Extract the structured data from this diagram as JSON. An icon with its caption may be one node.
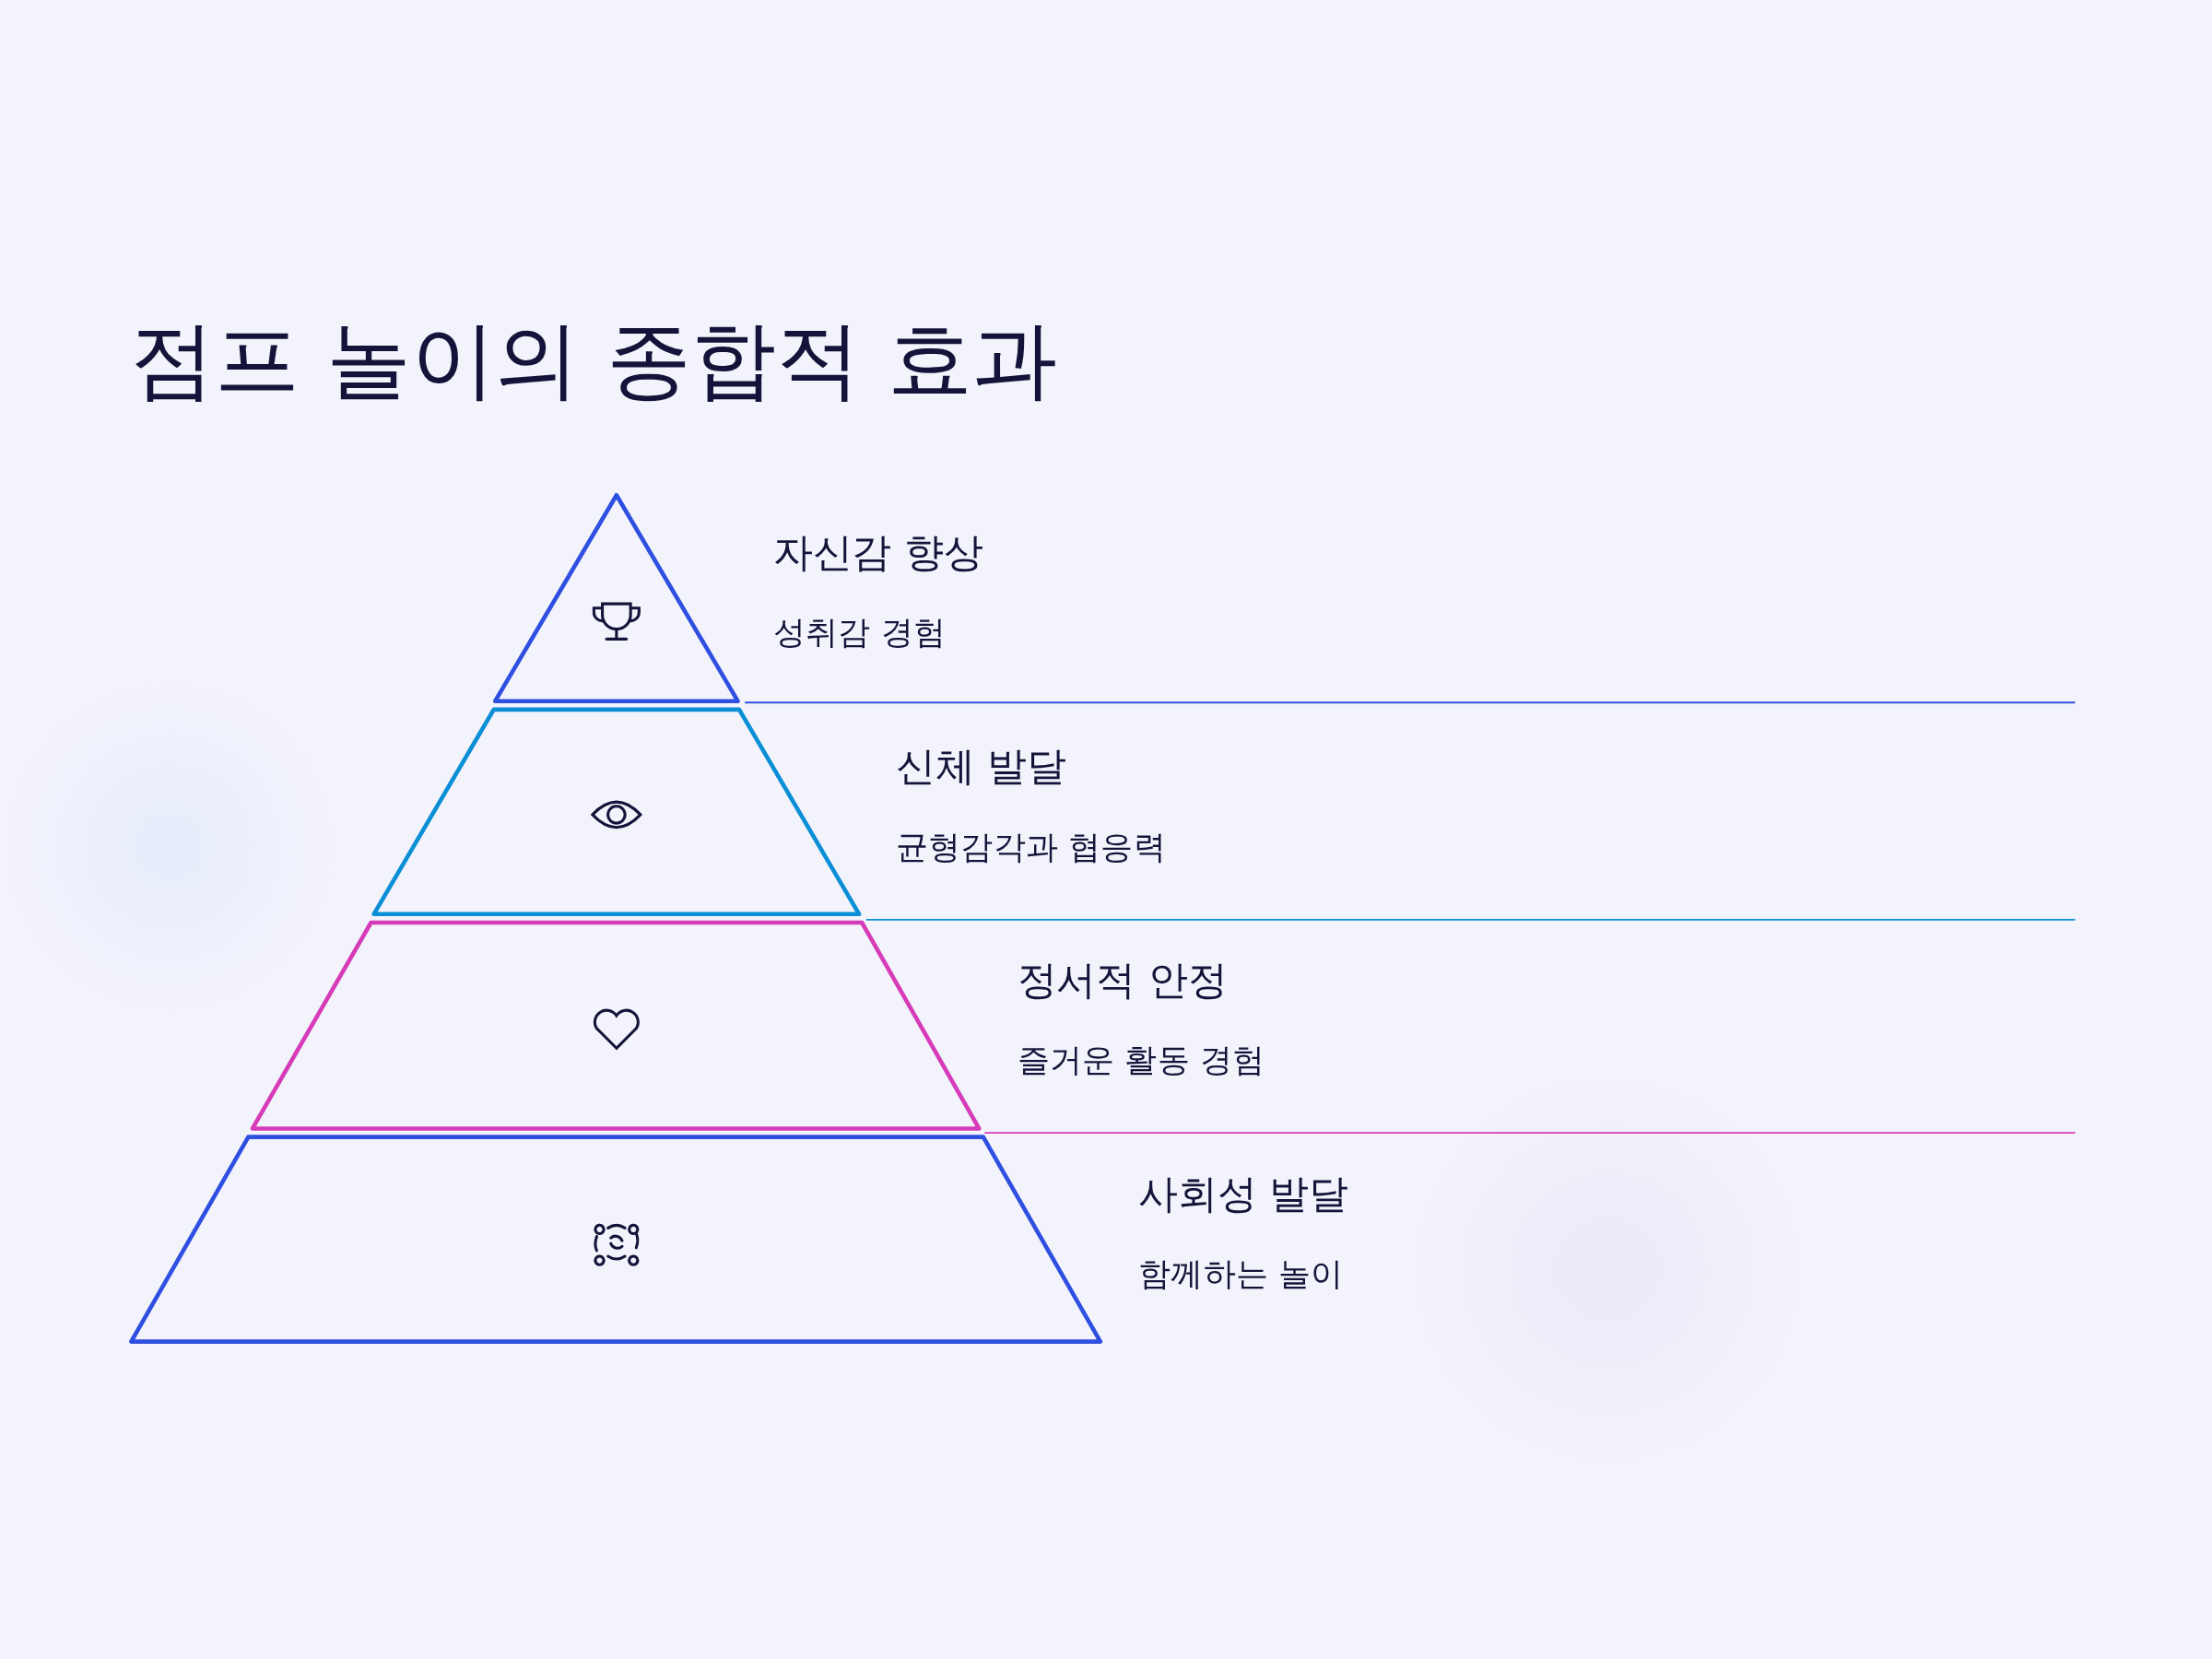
{
  "diagram": {
    "title": "점프 놀이의 종합적 효과",
    "nodes": [
      {
        "text": [
          "자신감 향상",
          "성취감 경험"
        ]
      },
      {
        "text": [
          "신체 발달",
          "균형감각과 협응력"
        ]
      },
      {
        "text": [
          "정서적 안정",
          "즐거운 활동 경험"
        ]
      },
      {
        "text": [
          "사회성 발달",
          "함께하는 놀이"
        ]
      }
    ]
  }
}
